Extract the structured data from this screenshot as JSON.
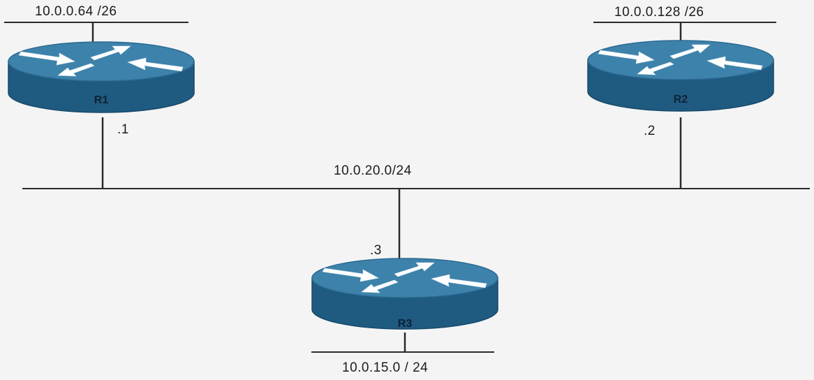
{
  "networks": {
    "r1_lan": "10.0.0.64 /26",
    "r2_lan": "10.0.0.128 /26",
    "shared": "10.0.20.0/24",
    "r3_lan": "10.0.15.0 / 24"
  },
  "interfaces": {
    "r1": ".1",
    "r2": ".2",
    "r3": ".3"
  },
  "routers": [
    {
      "name": "R1",
      "icon": "router-icon"
    },
    {
      "name": "R2",
      "icon": "router-icon"
    },
    {
      "name": "R3",
      "icon": "router-icon"
    }
  ],
  "colors": {
    "router_top": "#3b7fa7",
    "router_side": "#205b80",
    "line": "#2a2a2a",
    "background": "#f4f4f5"
  }
}
